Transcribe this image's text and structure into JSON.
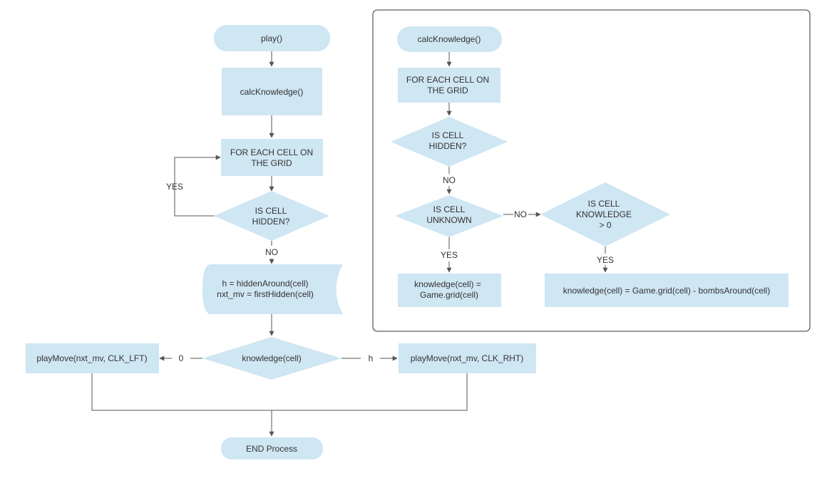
{
  "colors": {
    "node_fill": "#cfe6f3",
    "edge": "#555555",
    "text": "#333333",
    "frame": "#333333"
  },
  "main": {
    "play": "play()",
    "calc": "calcKnowledge()",
    "for_each": [
      "FOR EACH CELL ON",
      "THE GRID"
    ],
    "is_hidden": [
      "IS CELL",
      "HIDDEN?"
    ],
    "yes": "YES",
    "no": "NO",
    "compute": [
      "h = hiddenAround(cell)",
      "nxt_mv = firstHidden(cell)"
    ],
    "knowledge": "knowledge(cell)",
    "zero": "0",
    "h": "h",
    "play_left": "playMove(nxt_mv, CLK_LFT)",
    "play_right": "playMove(nxt_mv, CLK_RHT)",
    "end": "END Process"
  },
  "sub": {
    "calc": "calcKnowledge()",
    "for_each": [
      "FOR EACH CELL ON",
      "THE GRID"
    ],
    "is_hidden": [
      "IS CELL",
      "HIDDEN?"
    ],
    "no_1": "NO",
    "is_unknown": [
      "IS CELL",
      "UNKNOWN"
    ],
    "no_2": "NO",
    "is_knowledge_pos": [
      "IS CELL",
      "KNOWLEDGE",
      "> 0"
    ],
    "yes_1": "YES",
    "yes_2": "YES",
    "assign_grid": [
      "knowledge(cell) =",
      "Game.grid(cell)"
    ],
    "assign_diff": "knowledge(cell) = Game.grid(cell) - bombsAround(cell)"
  }
}
